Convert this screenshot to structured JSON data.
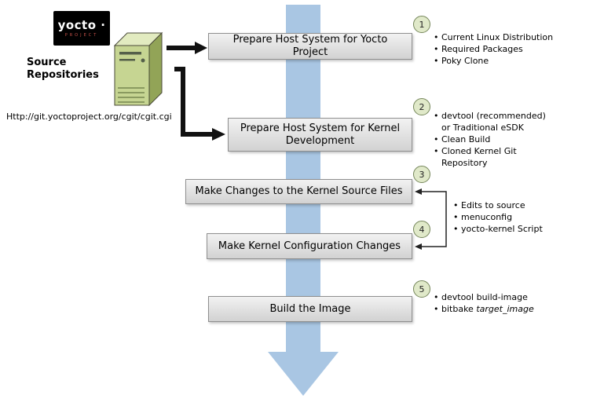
{
  "logo": {
    "wordmark": "yocto ·",
    "subtext": "PROJECT"
  },
  "source_repo": {
    "label": "Source Repositories",
    "url": "Http://git.yoctoproject.org/cgit/cgit.cgi"
  },
  "steps": [
    {
      "number": "1",
      "label": "Prepare Host System for Yocto Project",
      "bullets": [
        "Current Linux Distribution",
        "Required Packages",
        "Poky Clone"
      ]
    },
    {
      "number": "2",
      "label": "Prepare Host System for Kernel Development",
      "bullets": [
        "devtool (recommended) or Traditional eSDK",
        "Clean Build",
        "Cloned Kernel Git Repository"
      ]
    },
    {
      "number": "3",
      "label": "Make Changes to the Kernel Source Files"
    },
    {
      "number": "4",
      "label": "Make Kernel Configuration Changes"
    },
    {
      "number": "5",
      "label": "Build the Image"
    }
  ],
  "shared_bullets_steps_3_4": [
    "Edits to source",
    "menuconfig",
    "yocto-kernel Script"
  ],
  "build_bullets": {
    "first": "devtool build-image",
    "second_prefix": "bitbake ",
    "second_italic": "target_image"
  },
  "colors": {
    "flow_arrow_blue": "#a9c6e3",
    "connector_black": "#111111",
    "box_gray_top": "#f2f2f2",
    "box_gray_bottom": "#d2d2d2",
    "circle_fill": "#e0e9c9",
    "circle_border": "#75865a",
    "server_front": "#c6d592",
    "server_side": "#92a457",
    "server_top": "#e2ebc0"
  }
}
